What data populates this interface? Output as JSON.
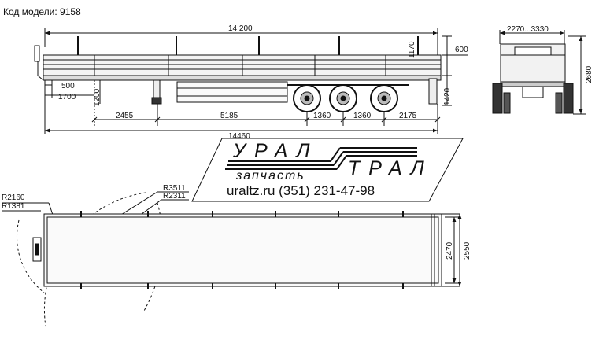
{
  "header": {
    "model_label": "Код модели: 9158"
  },
  "side_view": {
    "dims": {
      "overall_top": "14 200",
      "overall_bottom": "14460",
      "d500": "500",
      "d1700": "1700",
      "d1200": "1200",
      "d1170": "1170",
      "d600": "600",
      "d1420": "1420",
      "d2455": "2455",
      "d5185": "5185",
      "d1360a": "1360",
      "d1360b": "1360",
      "d2175": "2175"
    }
  },
  "rear_view": {
    "dims": {
      "width": "2270...3330",
      "height": "2680"
    }
  },
  "top_view": {
    "radii": {
      "r2160": "R2160",
      "r1381": "R1381",
      "r3511": "R3511",
      "r2311": "R2311"
    },
    "dims": {
      "inner_width": "2470",
      "outer_width": "2550"
    }
  },
  "logo": {
    "word_ural": "УРАЛ",
    "word_tral": "ТРАЛ",
    "word_parts": "запчасть",
    "contact": "uraltz.ru  (351) 231-47-98"
  },
  "colors": {
    "line": "#111111",
    "background": "#ffffff"
  }
}
